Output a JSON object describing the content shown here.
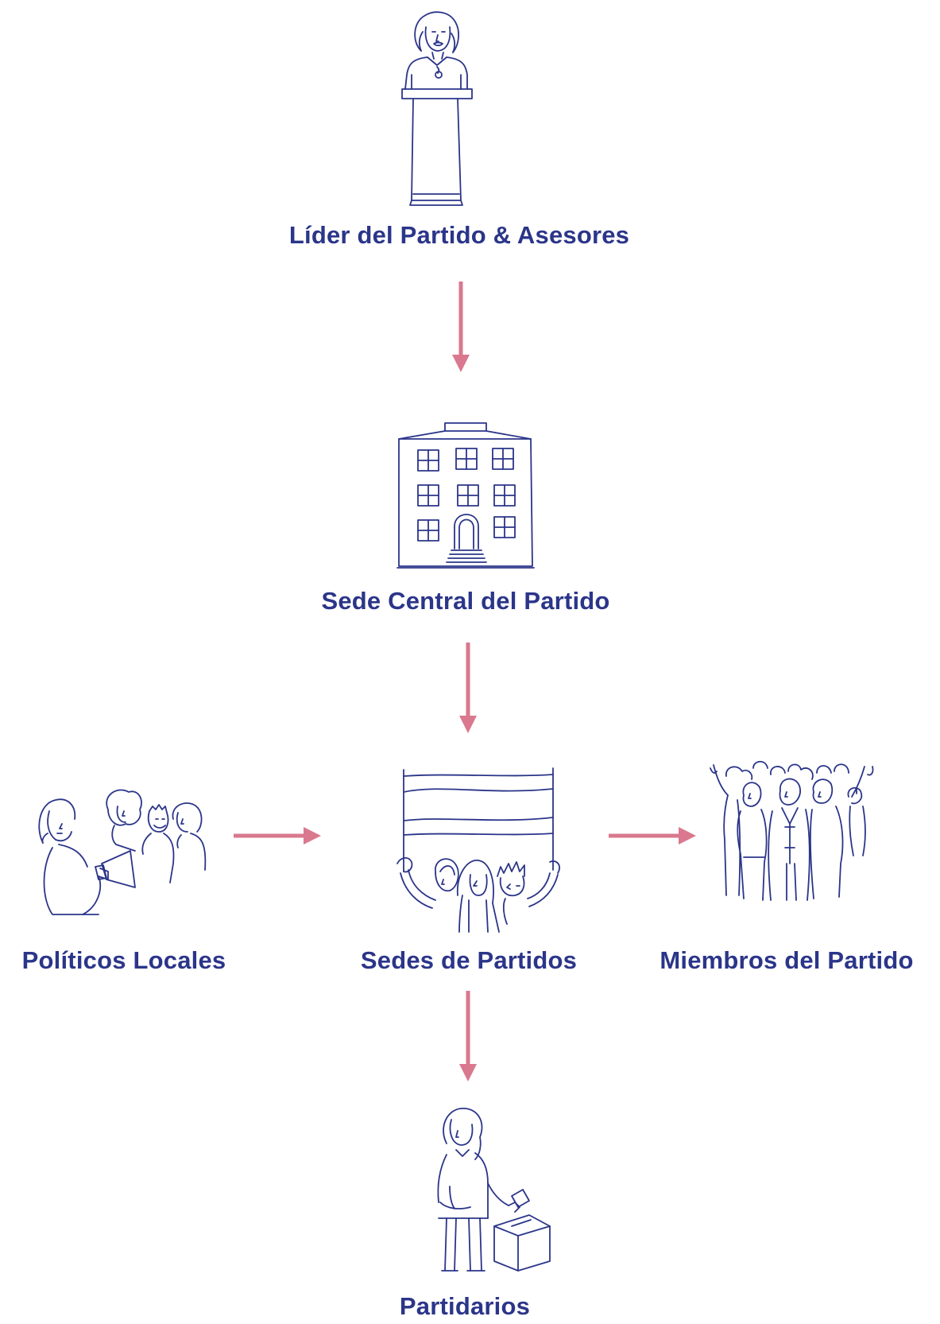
{
  "colors": {
    "ink": "#2b3589",
    "arrow": "#d9788e",
    "background": "#ffffff"
  },
  "nodes": {
    "leader": {
      "label": "Líder del Partido & Asesores",
      "icon": "speaker-at-podium-icon"
    },
    "headquarters": {
      "label": "Sede Central del Partido",
      "icon": "office-building-icon"
    },
    "local_politicians": {
      "label": "Políticos Locales",
      "icon": "megaphone-crowd-icon"
    },
    "party_offices": {
      "label": "Sedes de Partidos",
      "icon": "banner-crowd-icon"
    },
    "party_members": {
      "label": "Miembros del Partido",
      "icon": "cheering-crowd-icon"
    },
    "supporters": {
      "label": "Partidarios",
      "icon": "voter-ballot-box-icon"
    }
  },
  "edges": [
    {
      "from": "leader",
      "to": "headquarters"
    },
    {
      "from": "headquarters",
      "to": "party_offices"
    },
    {
      "from": "local_politicians",
      "to": "party_offices"
    },
    {
      "from": "party_offices",
      "to": "party_members"
    },
    {
      "from": "party_offices",
      "to": "supporters"
    }
  ]
}
